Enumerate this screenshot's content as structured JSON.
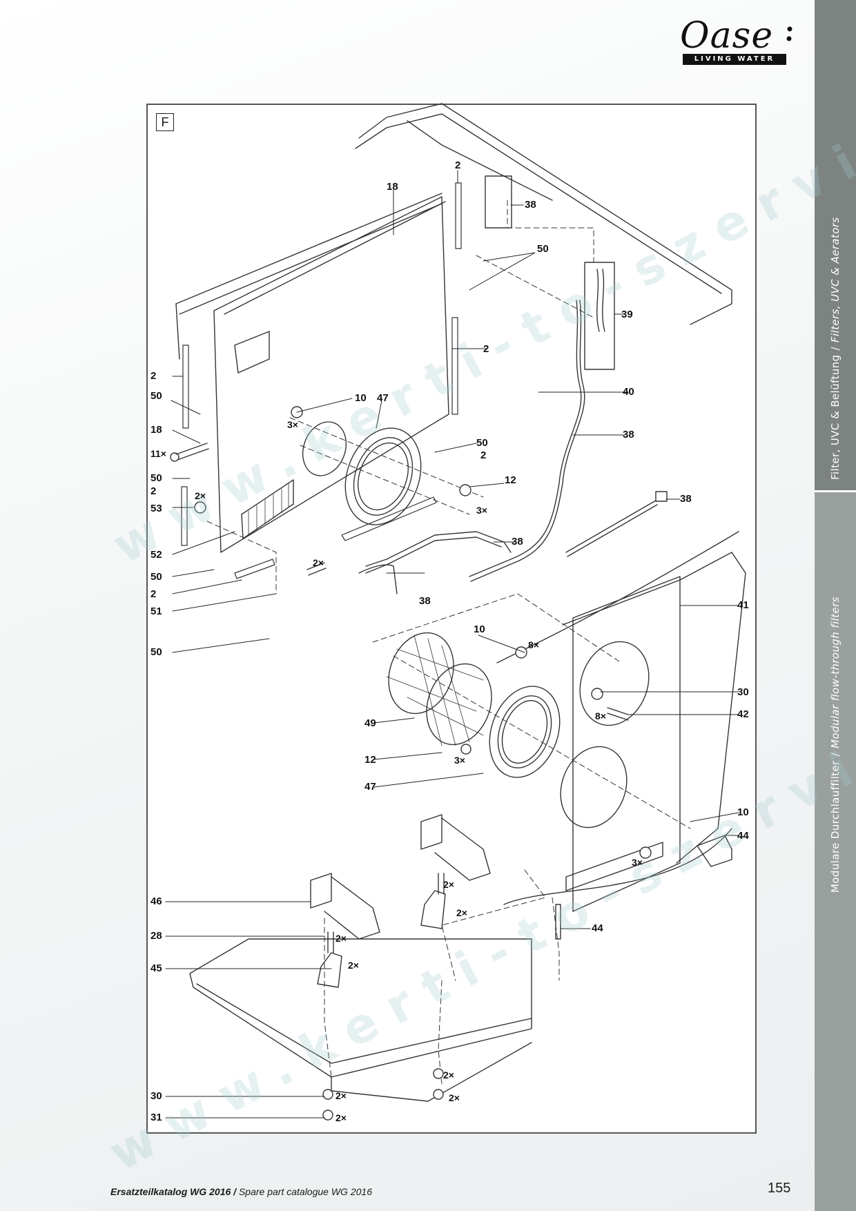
{
  "brand": {
    "name": "Oase",
    "tagline": "LIVING WATER"
  },
  "side_tabs": {
    "upper_de": "Filter, UVC & Belüftung",
    "upper_en": "Filters, UVC & Aerators",
    "lower_de": "Modulare Durchlauffilter",
    "lower_en": "Modular flow-through filters",
    "separator": "/"
  },
  "diagram": {
    "panel_label": "F",
    "watermark": "www.kerti-to-szerviz.hu",
    "callouts": [
      {
        "id": "c2a",
        "text": "2"
      },
      {
        "id": "c18a",
        "text": "18"
      },
      {
        "id": "c38a",
        "text": "38"
      },
      {
        "id": "c50a",
        "text": "50"
      },
      {
        "id": "c39",
        "text": "39"
      },
      {
        "id": "c2b",
        "text": "2"
      },
      {
        "id": "c2c",
        "text": "2"
      },
      {
        "id": "c50b",
        "text": "50"
      },
      {
        "id": "c10a",
        "text": "10"
      },
      {
        "id": "c3xa",
        "text": "3×"
      },
      {
        "id": "c47a",
        "text": "47"
      },
      {
        "id": "c40",
        "text": "40"
      },
      {
        "id": "c18b",
        "text": "18"
      },
      {
        "id": "c11x",
        "text": "11×"
      },
      {
        "id": "c38b",
        "text": "38"
      },
      {
        "id": "c50c",
        "text": "50"
      },
      {
        "id": "c50d",
        "text": "50"
      },
      {
        "id": "c2d",
        "text": "2"
      },
      {
        "id": "c2e",
        "text": "2"
      },
      {
        "id": "c2xa",
        "text": "2×"
      },
      {
        "id": "c12a",
        "text": "12"
      },
      {
        "id": "c53",
        "text": "53"
      },
      {
        "id": "c3xb",
        "text": "3×"
      },
      {
        "id": "c38c",
        "text": "38"
      },
      {
        "id": "c38d",
        "text": "38"
      },
      {
        "id": "c52",
        "text": "52"
      },
      {
        "id": "c2xb",
        "text": "2×"
      },
      {
        "id": "c50e",
        "text": "50"
      },
      {
        "id": "c2f",
        "text": "2"
      },
      {
        "id": "c38e",
        "text": "38"
      },
      {
        "id": "c51",
        "text": "51"
      },
      {
        "id": "c41",
        "text": "41"
      },
      {
        "id": "c50f",
        "text": "50"
      },
      {
        "id": "c10b",
        "text": "10"
      },
      {
        "id": "c8xa",
        "text": "8×"
      },
      {
        "id": "c30a",
        "text": "30"
      },
      {
        "id": "c8xb",
        "text": "8×"
      },
      {
        "id": "c42",
        "text": "42"
      },
      {
        "id": "c49",
        "text": "49"
      },
      {
        "id": "c12b",
        "text": "12"
      },
      {
        "id": "c3xc",
        "text": "3×"
      },
      {
        "id": "c47b",
        "text": "47"
      },
      {
        "id": "c10c",
        "text": "10"
      },
      {
        "id": "c44a",
        "text": "44"
      },
      {
        "id": "c3xd",
        "text": "3×"
      },
      {
        "id": "c2xc",
        "text": "2×"
      },
      {
        "id": "c46",
        "text": "46"
      },
      {
        "id": "c2xd",
        "text": "2×"
      },
      {
        "id": "c44b",
        "text": "44"
      },
      {
        "id": "c28",
        "text": "28"
      },
      {
        "id": "c2xe",
        "text": "2×"
      },
      {
        "id": "c45",
        "text": "45"
      },
      {
        "id": "c2xf",
        "text": "2×"
      },
      {
        "id": "c2xg",
        "text": "2×"
      },
      {
        "id": "c2xh",
        "text": "2×"
      },
      {
        "id": "c30b",
        "text": "30"
      },
      {
        "id": "c2xi",
        "text": "2×"
      },
      {
        "id": "c31",
        "text": "31"
      },
      {
        "id": "c2xj",
        "text": "2×"
      }
    ]
  },
  "footer": {
    "title_de": "Ersatzteilkatalog WG 2016 /",
    "title_en": " Spare part catalogue WG 2016",
    "page_number": "155"
  }
}
